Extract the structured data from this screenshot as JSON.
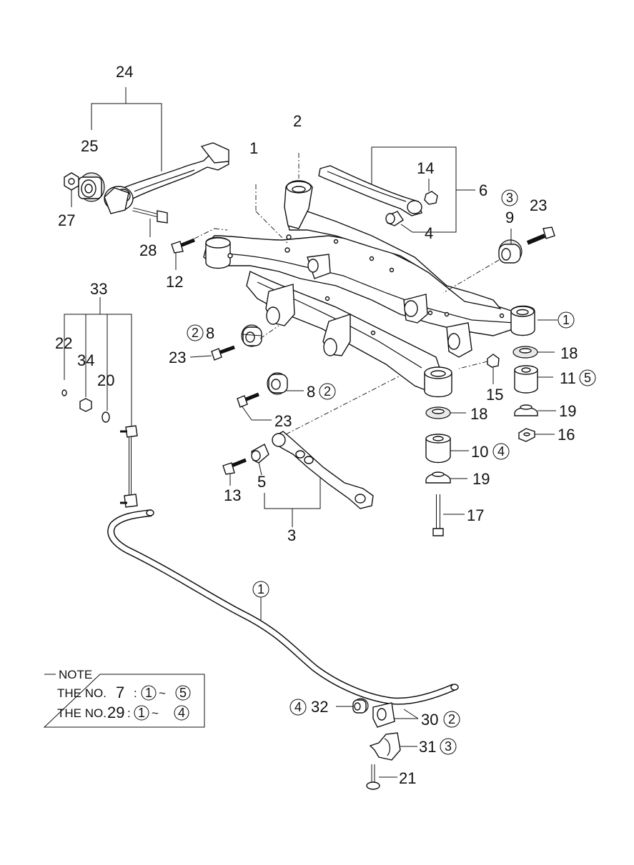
{
  "callouts": {
    "c1": "1",
    "c2": "2",
    "c3": "3",
    "c4": "4",
    "c5": "5",
    "c6": "6",
    "c8a": "8",
    "c8b": "8",
    "c9": "9",
    "c10": "10",
    "c11": "11",
    "c12": "12",
    "c13": "13",
    "c14": "14",
    "c15": "15",
    "c16": "16",
    "c17": "17",
    "c18a": "18",
    "c18b": "18",
    "c19a": "19",
    "c19b": "19",
    "c20": "20",
    "c21": "21",
    "c22": "22",
    "c23a": "23",
    "c23b": "23",
    "c23c": "23",
    "c24": "24",
    "c25": "25",
    "c27": "27",
    "c28": "28",
    "c30": "30",
    "c31": "31",
    "c32": "32",
    "c33": "33",
    "c34": "34"
  },
  "circled": {
    "crossmember": "1",
    "bar": "1",
    "qty8a": "2",
    "qty8b": "2",
    "qty9": "3",
    "qty10": "4",
    "qty11": "5",
    "qty30": "2",
    "qty31": "3",
    "qty32": "4"
  },
  "note": {
    "title": "NOTE",
    "line1_prefix": "THE NO.",
    "line1_num": "7",
    "line1_from": "1",
    "line1_to": "5",
    "line2_prefix": "THE NO.",
    "line2_num": "29",
    "line2_from": "1",
    "line2_to": "4",
    "colon": ":",
    "tilde": "~"
  }
}
